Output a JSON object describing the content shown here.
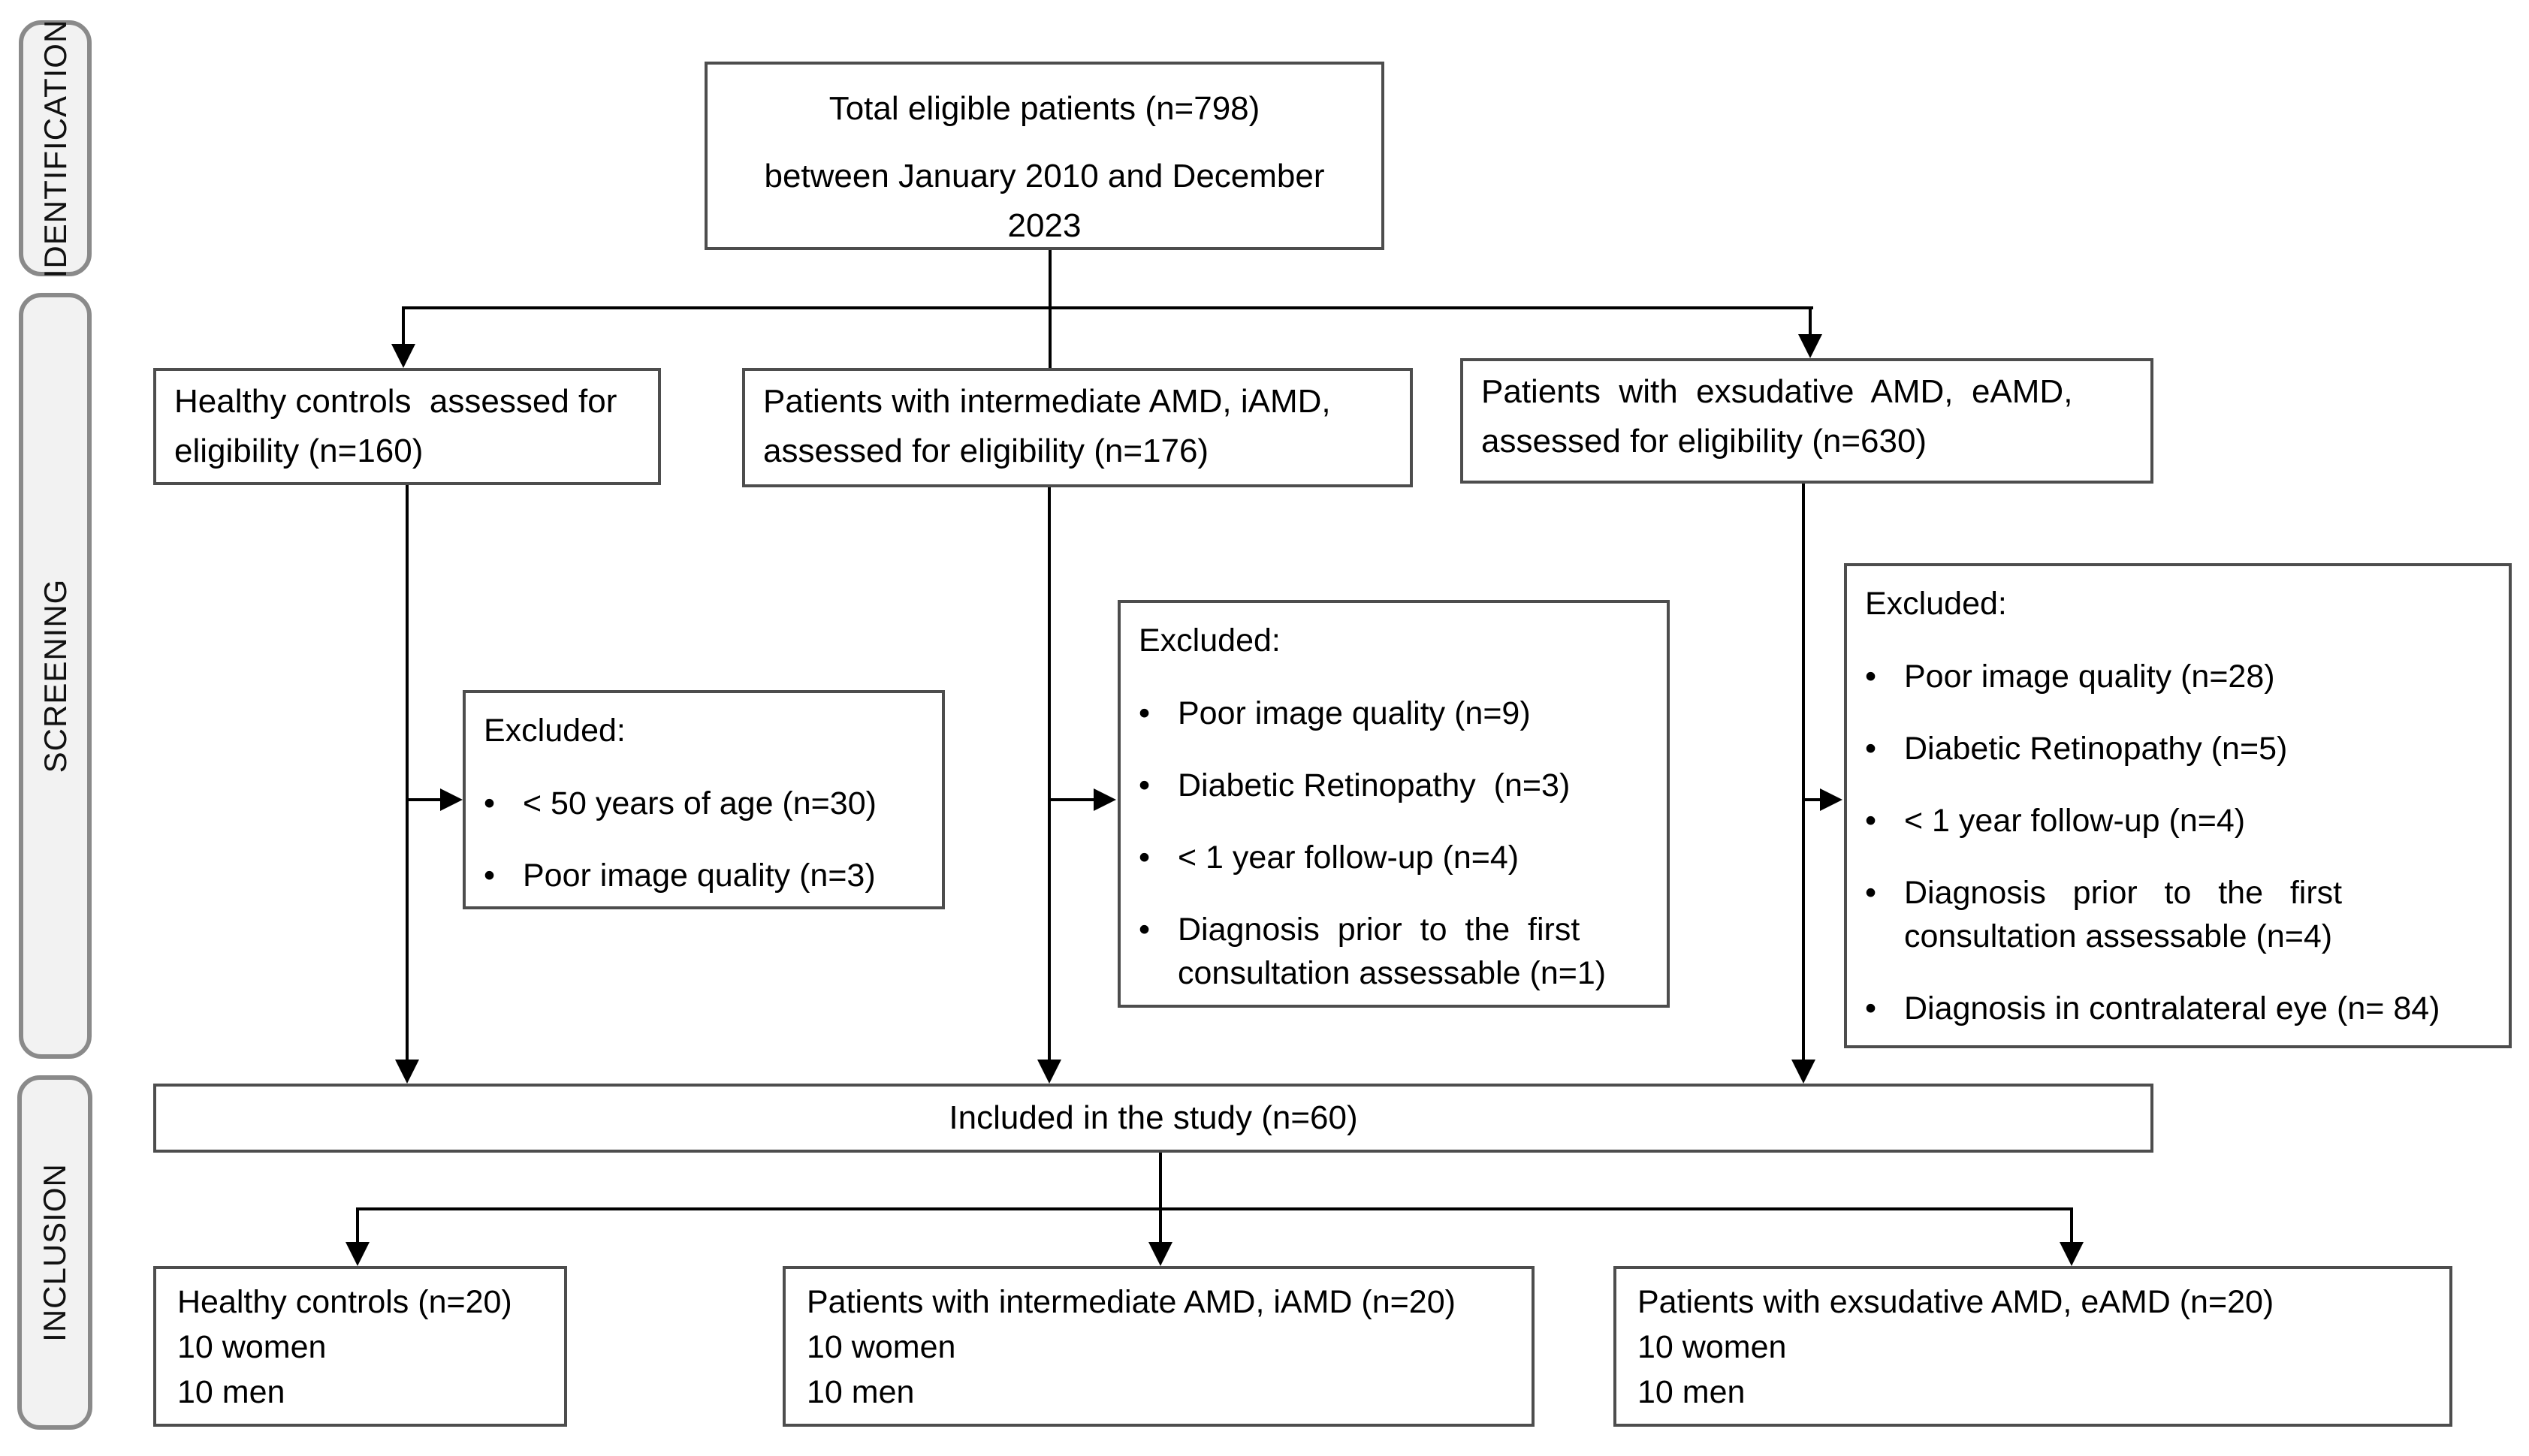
{
  "flowchart": {
    "bullet": "•",
    "side_labels": [
      {
        "label": "IDENTIFICATION"
      },
      {
        "label": "SCREENING"
      },
      {
        "label": "INCLUSION"
      }
    ],
    "top_box": {
      "line1": "Total eligible patients (n=798)",
      "line2": "between January 2010 and December",
      "line3": "2023"
    },
    "eligibility_boxes": [
      {
        "line1": "Healthy controls  assessed for",
        "line2": "eligibility (n=160)"
      },
      {
        "line1": "Patients with intermediate AMD, iAMD,",
        "line2": "assessed for eligibility (n=176)"
      },
      {
        "line1": "Patients  with  exsudative  AMD,  eAMD,",
        "line2": "assessed for eligibility (n=630)"
      }
    ],
    "excluded_boxes": [
      {
        "title": "Excluded:",
        "items": [
          {
            "text": "< 50 years of age (n=30)"
          },
          {
            "text": "Poor image quality (n=3)"
          }
        ]
      },
      {
        "title": "Excluded:",
        "items": [
          {
            "text": "Poor image quality (n=9)"
          },
          {
            "text": "Diabetic Retinopathy  (n=3)"
          },
          {
            "text": "< 1 year follow-up (n=4)"
          },
          {
            "line1": "Diagnosis  prior  to  the  first",
            "line2": "consultation assessable (n=1)"
          }
        ]
      },
      {
        "title": "Excluded:",
        "items": [
          {
            "text": "Poor image quality (n=28)"
          },
          {
            "text": "Diabetic Retinopathy (n=5)"
          },
          {
            "text": "< 1 year follow-up (n=4)"
          },
          {
            "line1": "Diagnosis   prior   to   the   first",
            "line2": "consultation assessable (n=4)"
          },
          {
            "text": "Diagnosis in contralateral eye (n= 84)"
          }
        ]
      }
    ],
    "included_box": {
      "text": "Included in the study (n=60)"
    },
    "final_boxes": [
      {
        "line1": "Healthy controls (n=20)",
        "line2": "10 women",
        "line3": "10 men"
      },
      {
        "line1": "Patients with intermediate AMD, iAMD (n=20)",
        "line2": "10 women",
        "line3": "10 men"
      },
      {
        "line1": "Patients with exsudative AMD, eAMD (n=20)",
        "line2": "10 women",
        "line3": "10 men"
      }
    ],
    "colors": {
      "page_bg": "#ffffff",
      "box_border": "#4d4d4d",
      "label_fill": "#f2f2f2",
      "label_border": "#8a8a8a",
      "line_color": "#000000"
    }
  }
}
